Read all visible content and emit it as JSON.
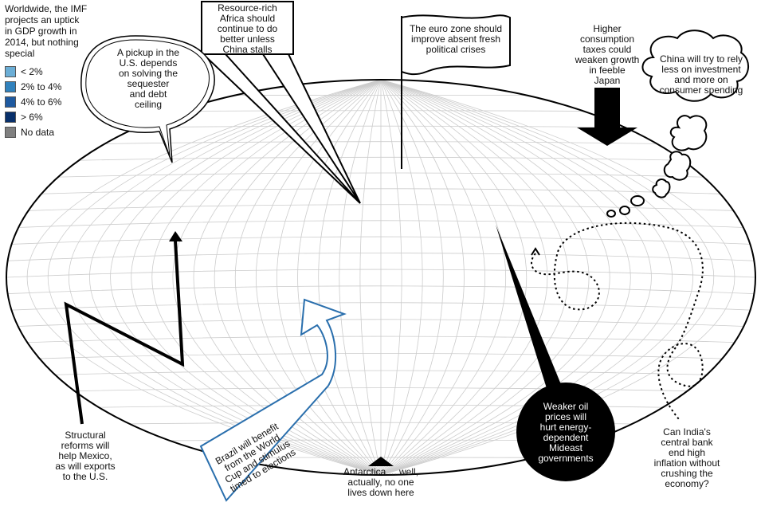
{
  "legend": {
    "title_lines": [
      "Worldwide, the IMF",
      "projects an uptick",
      "in GDP growth in",
      "2014, but nothing",
      "special"
    ],
    "items": [
      {
        "label": "< 2%",
        "color": "#6baed6"
      },
      {
        "label": "2% to 4%",
        "color": "#3182bd"
      },
      {
        "label": "4% to 6%",
        "color": "#1e5aa0"
      },
      {
        "label": "> 6%",
        "color": "#08306b"
      },
      {
        "label": "No data",
        "color": "#808080"
      }
    ]
  },
  "annotations": {
    "us": [
      "A pickup in the",
      "U.S. depends",
      "on solving the",
      "sequester",
      "and debt",
      "ceiling"
    ],
    "africa": [
      "Resource-rich",
      "Africa should",
      "continue to do",
      "better unless",
      "China stalls"
    ],
    "euro": [
      "The euro zone should",
      "improve absent fresh",
      "political crises"
    ],
    "japan": [
      "Higher",
      "consumption",
      "taxes could",
      "weaken growth",
      "in feeble",
      "Japan"
    ],
    "china": [
      "China will try to rely",
      "less on investment",
      "and more on",
      "consumer spending"
    ],
    "mexico": [
      "Structural",
      "reforms will",
      "help Mexico,",
      "as will exports",
      "to the U.S."
    ],
    "brazil": [
      "Brazil will benefit",
      "from the World",
      "Cup and stimulus",
      "timed to elections"
    ],
    "antarctica": [
      "Antarctica ... well,",
      "actually, no one",
      "lives down here"
    ],
    "mideast": [
      "Weaker oil",
      "prices will",
      "hurt energy-",
      "dependent",
      "Mideast",
      "governments"
    ],
    "india": [
      "Can India's",
      "central bank",
      "end high",
      "inflation without",
      "crushing the",
      "economy?"
    ]
  },
  "colors": {
    "brazil_arrow": "#2a6fad",
    "ink": "#000000",
    "grid": "#cccccc"
  }
}
